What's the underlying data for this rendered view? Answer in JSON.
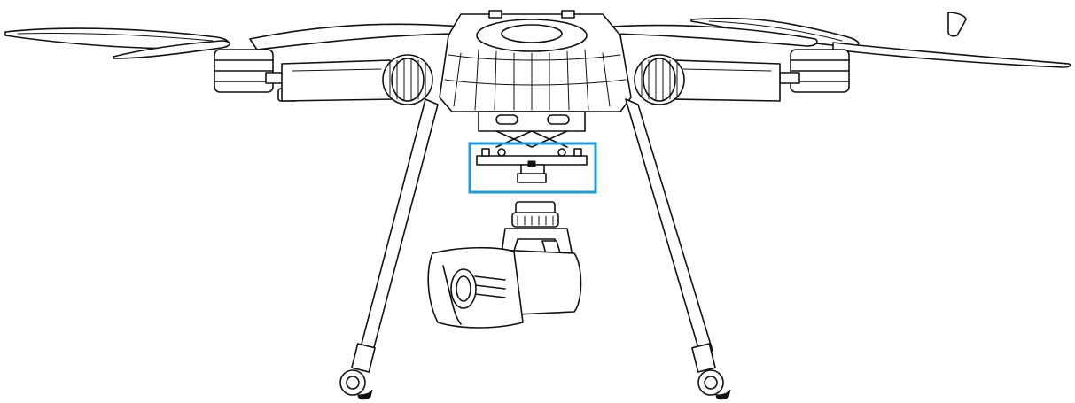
{
  "diagram": {
    "subject": "quadcopter-drone-front-view-line-drawing",
    "highlight_color": "#1e9be0",
    "line_color": "#111111",
    "background_color": "#ffffff",
    "highlighted_part": "gimbal-mount-damping-plate",
    "detached_part": "gimbal-camera"
  }
}
